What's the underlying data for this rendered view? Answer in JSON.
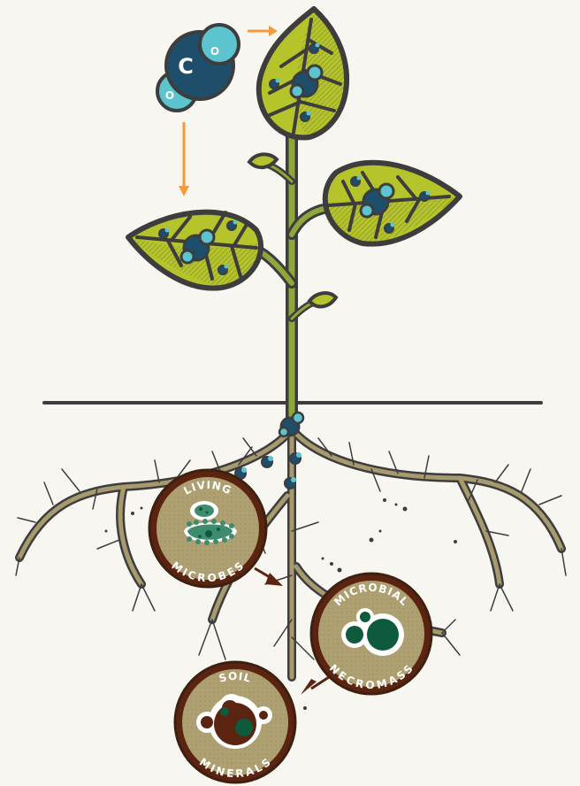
{
  "molecule": {
    "center_atom": "C",
    "side_atom_top": "O",
    "side_atom_bottom": "O"
  },
  "pools": {
    "living_microbes": {
      "line1": "LIVING",
      "line2": "MICROBES"
    },
    "microbial_necromass": {
      "line1": "MICROBIAL",
      "line2": "NECROMASS"
    },
    "soil_minerals": {
      "line1": "SOIL",
      "line2": "MINERALS"
    }
  },
  "colors": {
    "background": "#f8f6f1",
    "outline": "#3d3d3d",
    "leaf_green": "#b5c42a",
    "stem_green": "#8fa63a",
    "root_tan": "#a79a6e",
    "arrow_orange": "#f39a3c",
    "co2_dark_blue": "#1d4e6b",
    "co2_light_blue": "#5bc4cf",
    "pool_ring": "#5a2410",
    "pool_fill": "#aea071",
    "microbe_green": "#3e8c6e",
    "necromass_green": "#0d5a3c",
    "mineral_brown": "#5a2410"
  }
}
